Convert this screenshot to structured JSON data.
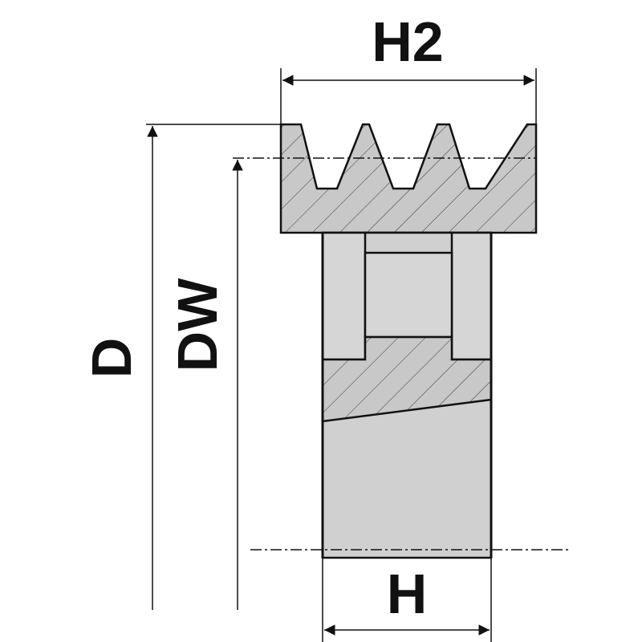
{
  "labels": {
    "h2": "H2",
    "h": "H",
    "d": "D",
    "dw": "DW"
  },
  "colors": {
    "fill": "#c8c8c8",
    "light_fill": "#d6d6d6",
    "line": "#111111",
    "background": "#ffffff"
  }
}
